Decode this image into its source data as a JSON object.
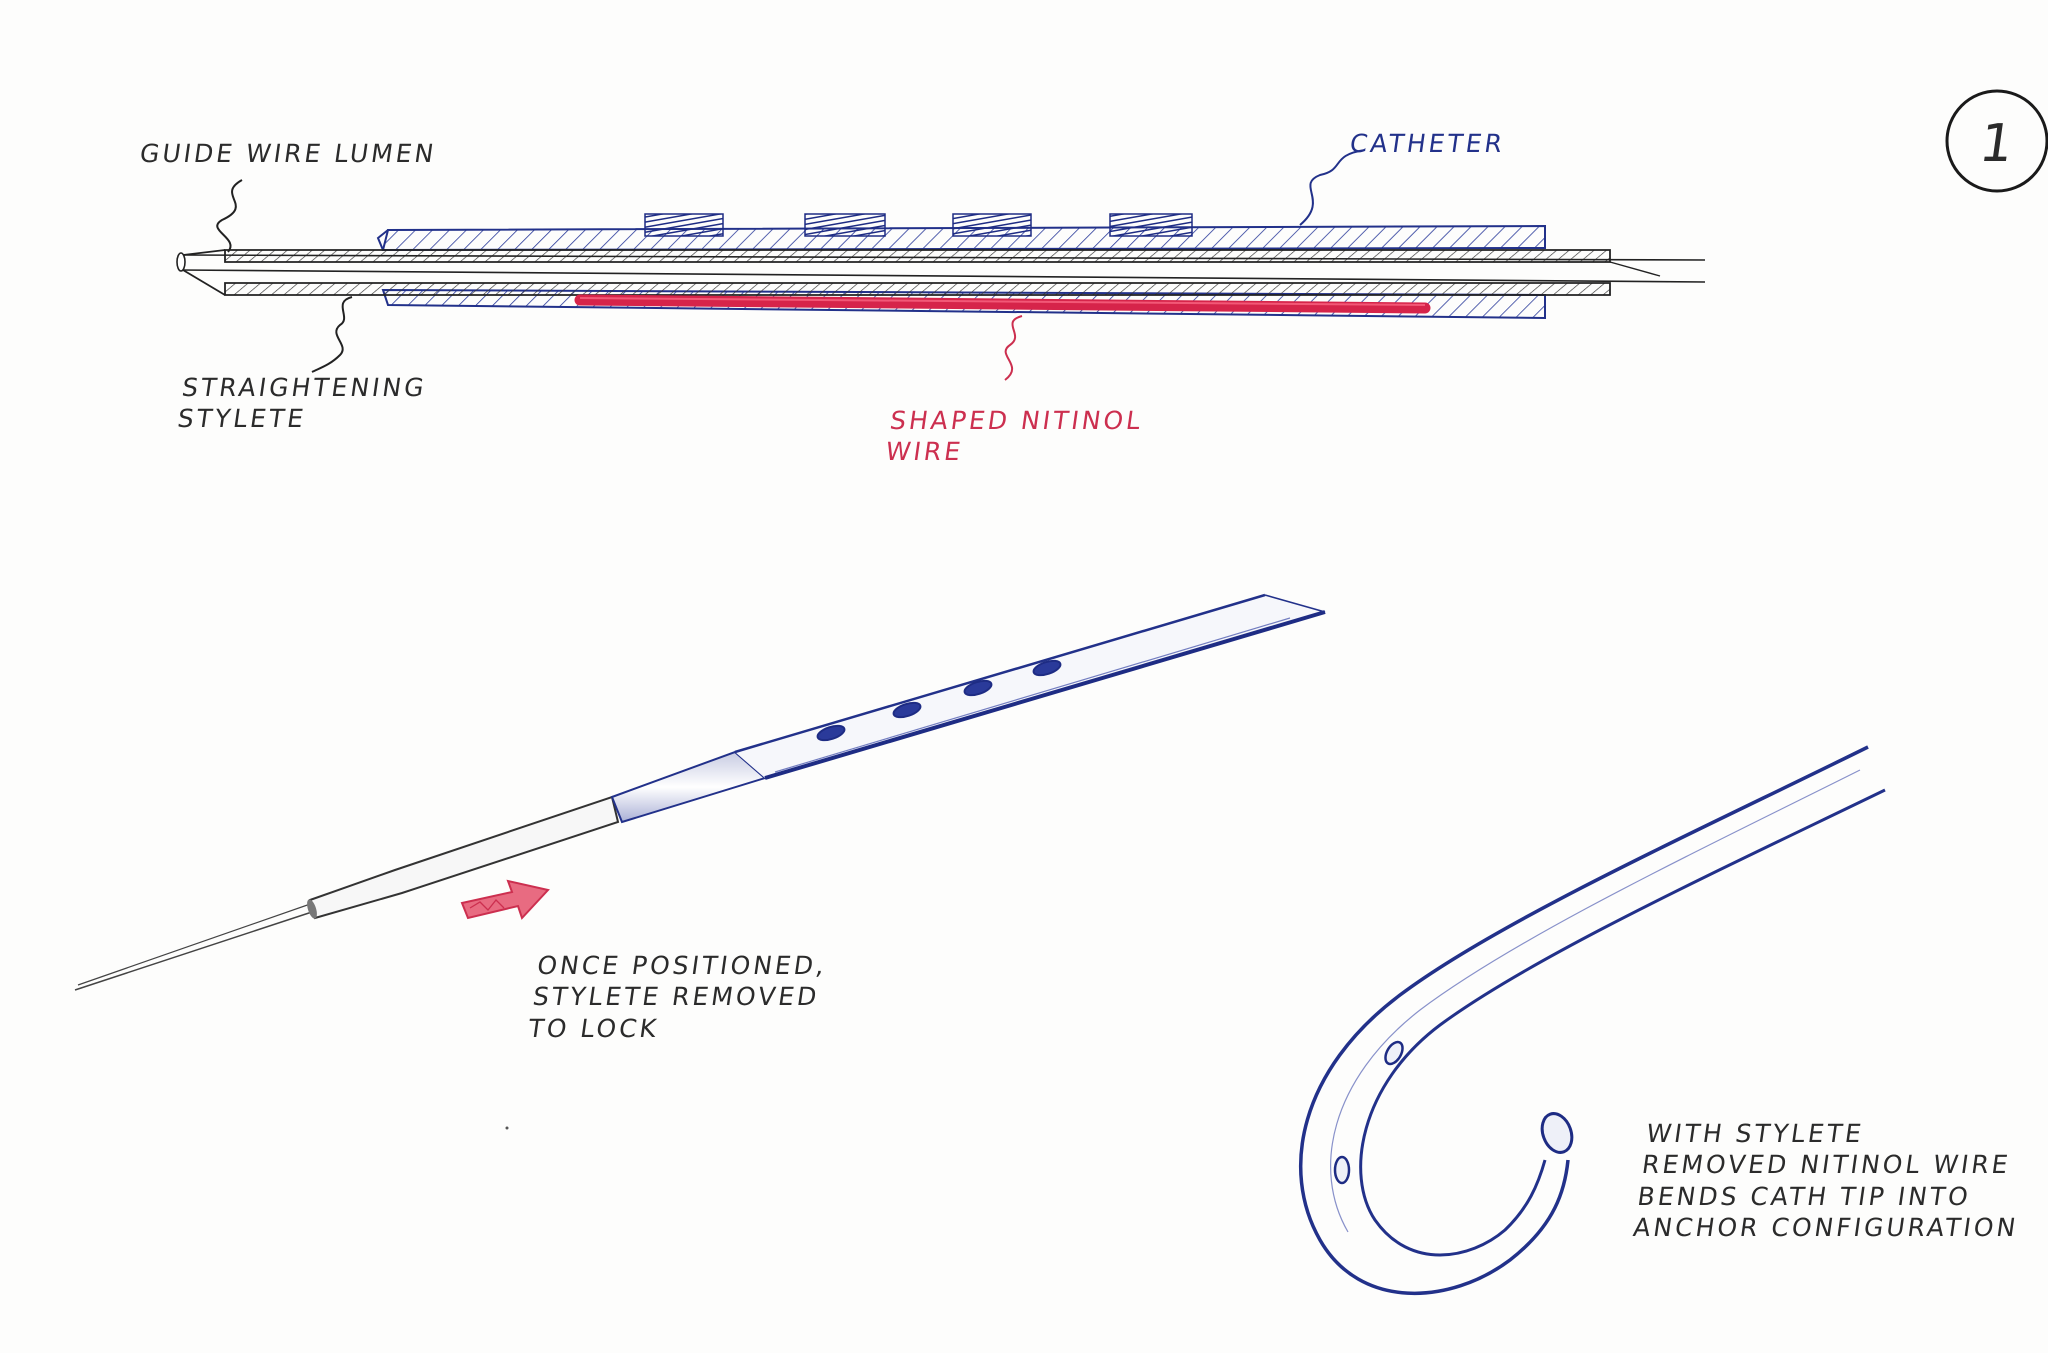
{
  "sheet": {
    "number": "1"
  },
  "labels": {
    "guide_wire_lumen": "GUIDE WIRE LUMEN",
    "catheter": "CATHETER",
    "straightening_stylete": "STRAIGHTENING\nSTYLETE",
    "shaped_nitinol_wire": "SHAPED NITINOL\nWIRE",
    "once_positioned": "ONCE POSITIONED,\nSTYLETE REMOVED\nTO LOCK",
    "with_stylete_removed": "WITH STYLETE\nREMOVED NITINOL WIRE\nBENDS CATH TIP INTO\nANCHOR CONFIGURATION"
  },
  "colors": {
    "black_ink": "#2b2b2b",
    "blue_ink": "#22318a",
    "red_ink": "#cc2f4f",
    "paper": "#fdfdfc"
  },
  "icons": {
    "removal_arrow": "arrow-right-icon",
    "sheet_number": "circled-number"
  }
}
